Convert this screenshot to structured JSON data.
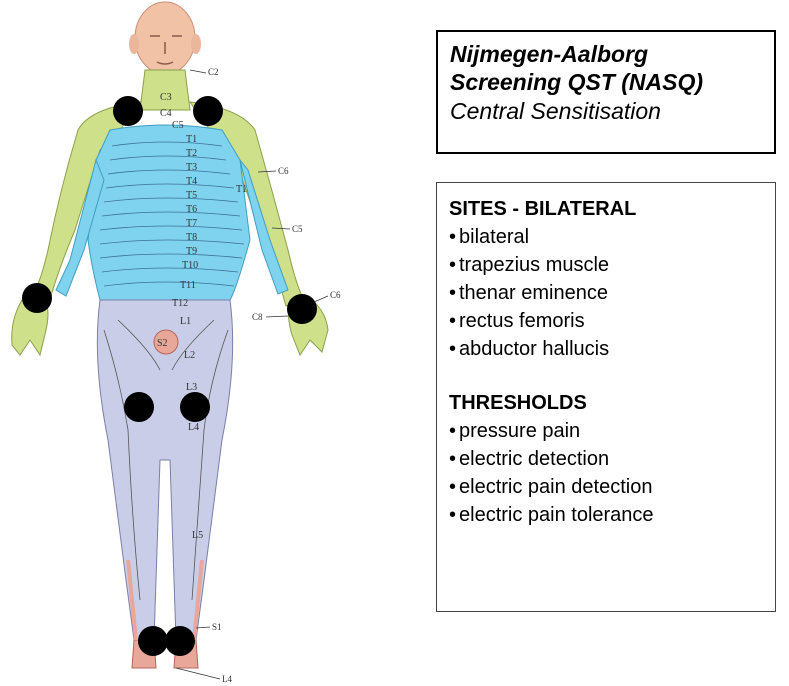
{
  "title": {
    "line1": "Nijmegen-Aalborg",
    "line2": "Screening QST (NASQ)",
    "subtitle": "Central Sensitisation"
  },
  "sites": {
    "heading": "SITES - BILATERAL",
    "items": [
      "bilateral",
      "trapezius muscle",
      "thenar eminence",
      "rectus femoris",
      "abductor hallucis"
    ]
  },
  "thresholds": {
    "heading": "THRESHOLDS",
    "items": [
      "pressure pain",
      "electric detection",
      "electric pain detection",
      "electric pain tolerance"
    ]
  },
  "bullet": "•",
  "dermatome_labels": {
    "c2": "C2",
    "c3": "C3",
    "c4": "C4",
    "c5": "C5",
    "t1": "T1",
    "t2": "T2",
    "t3": "T3",
    "t4": "T4",
    "t5": "T5",
    "t6": "T6",
    "t7": "T7",
    "t8": "T8",
    "t9": "T9",
    "t10": "T10",
    "t11": "T11",
    "t12": "T12",
    "l1": "L1",
    "l2": "L2",
    "l3": "L3",
    "l4": "L4",
    "l5": "L5",
    "s1": "S1",
    "s2": "S2",
    "l4_foot": "L4",
    "c6_arm": "C6",
    "t1_arm": "T1",
    "c5_arm": "C5",
    "c6_hand": "C6",
    "c8_hand": "C8"
  },
  "colors": {
    "cervical": "#cfe08a",
    "thoracic": "#7fd3ee",
    "lumbar": "#c9cde8",
    "sacral": "#e9a79a",
    "skin": "#f2c2a6",
    "marker": "#000000"
  }
}
